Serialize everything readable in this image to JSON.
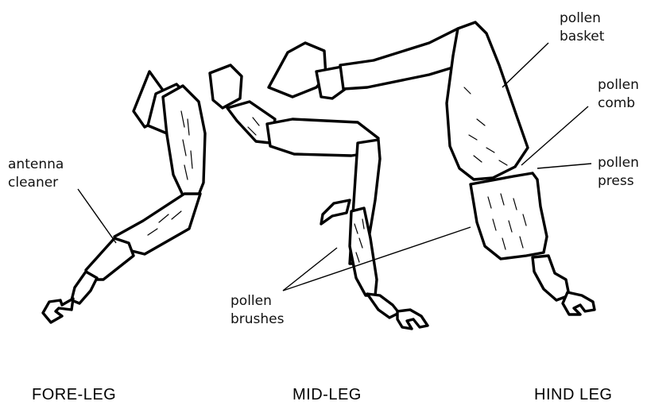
{
  "labels": {
    "antenna_cleaner": [
      "antenna",
      "cleaner"
    ],
    "pollen_basket": [
      "pollen",
      "basket"
    ],
    "pollen_comb": [
      "pollen",
      "comb"
    ],
    "pollen_press": [
      "pollen",
      "press"
    ],
    "pollen_brushes": [
      "pollen",
      "brushes"
    ]
  },
  "captions": {
    "fore_leg": "FORE-LEG",
    "mid_leg": "MID-LEG",
    "hind_leg": "HIND LEG"
  },
  "colors": {
    "ink": "#000000",
    "background": "#ffffff"
  }
}
